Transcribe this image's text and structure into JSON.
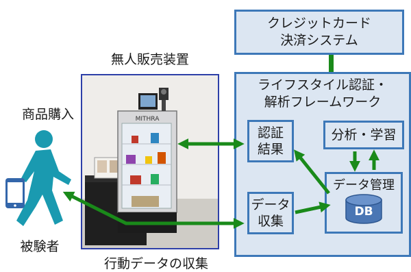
{
  "credit": {
    "label": "クレジットカード\n決済システム"
  },
  "framework": {
    "title": "ライフスタイル認証・\n解析フレームワーク",
    "auth_result": "認証\n結果",
    "analysis": "分析・学習",
    "data_collection": "データ\n収集",
    "data_management": "データ管理",
    "db": "DB"
  },
  "photo": {
    "caption": "無人販売装置",
    "brand": "MITHRA"
  },
  "person": {
    "purchase": "商品購入",
    "subject": "被験者"
  },
  "flow_label": "行動データの収集",
  "colors": {
    "box_fill": "#dce6f2",
    "box_border": "#3d78b8",
    "arrow": "#1a8a1a",
    "person": "#1a9ab0",
    "db": "#4a76b4"
  }
}
